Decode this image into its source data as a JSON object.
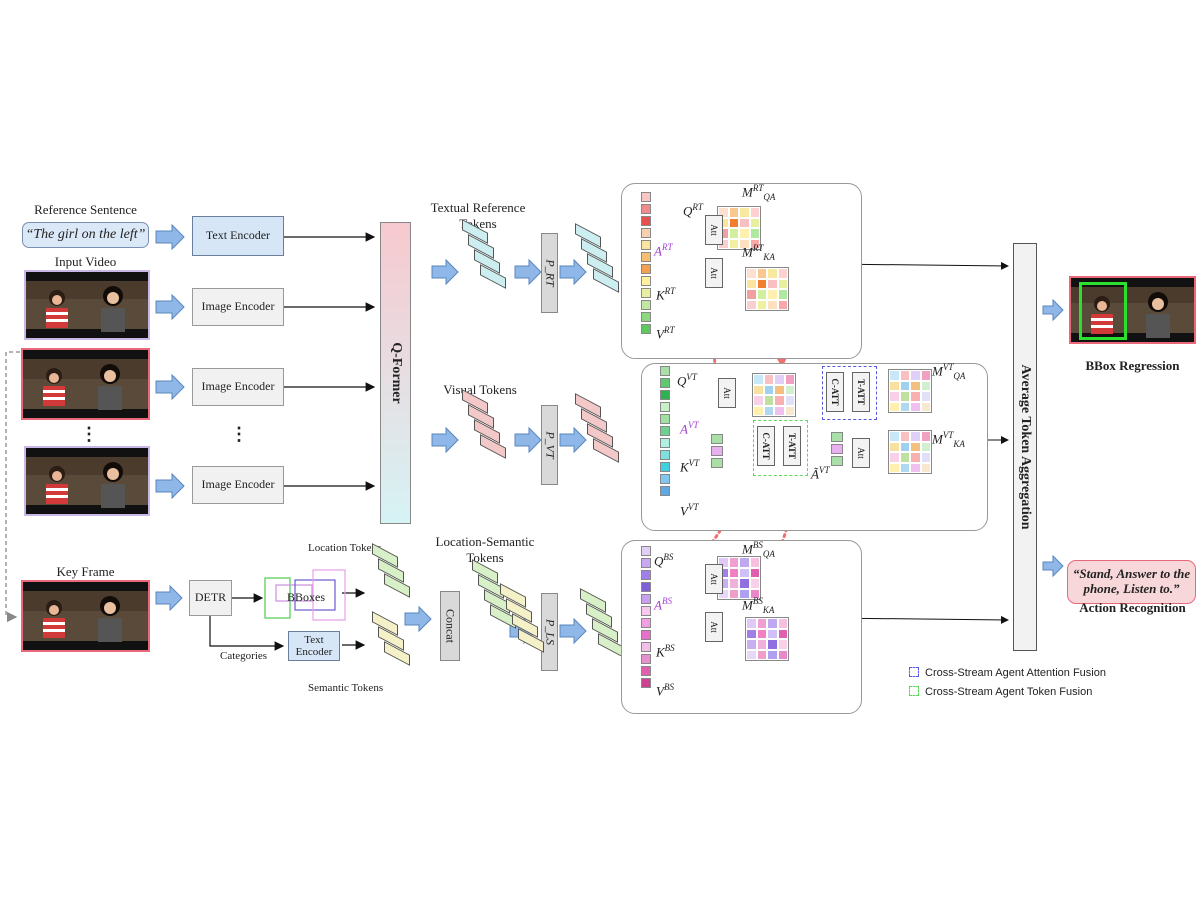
{
  "inputs": {
    "reference_sentence_label": "Reference Sentence",
    "reference_sentence": "“The girl on the left”",
    "input_video_label": "Input Video",
    "key_frame_label": "Key Frame",
    "ellipsis": "⋮"
  },
  "encoders": {
    "text_encoder": "Text Encoder",
    "image_encoder": "Image Encoder",
    "detr": "DETR",
    "bboxes": "BBoxes",
    "categories": "Categories",
    "text_encoder_small_line1": "Text",
    "text_encoder_small_line2": "Encoder"
  },
  "qformer": "Q-Former",
  "tokens": {
    "textual_line1": "Textual Reference",
    "textual_line2": "Tokens",
    "visual": "Visual Tokens",
    "location": "Location Tokens",
    "semantic": "Semantic Tokens",
    "loc_sem_line1": "Location-Semantic",
    "loc_sem_line2": "Tokens",
    "concat": "Concat",
    "p_rt": "P_RT",
    "p_vt": "P_VT",
    "p_ls": "P_LS"
  },
  "streams": {
    "rt": {
      "q": "Q",
      "a": "A",
      "k": "K",
      "v": "V",
      "sup": "RT",
      "mqa": "M",
      "mqa_sub": "QA",
      "mka_sub": "KA"
    },
    "vt": {
      "q": "Q",
      "a": "A",
      "k": "K",
      "v": "V",
      "sup": "VT",
      "a_tilde": "Ã"
    },
    "bs": {
      "q": "Q",
      "a": "A",
      "k": "K",
      "v": "V",
      "sup": "BS"
    },
    "att": "Att",
    "c_att": "C-ATT",
    "t_att": "T-ATT"
  },
  "aggregation": "Average Token Aggregation",
  "outputs": {
    "bbox_regression": "BBox Regression",
    "action_text": "“Stand, Answer to the phone, Listen to.”",
    "action_recognition": "Action Recognition"
  },
  "legend": {
    "attention_fusion": "Cross-Stream Agent Attention Fusion",
    "token_fusion": "Cross-Stream Agent Token Fusion",
    "attention_color": "#5a5ae0",
    "token_color": "#5cd65c"
  },
  "colors": {
    "blue_arrow": "#8fb8e8",
    "red_dotted": "#f07070",
    "pink_border": "#e9687a",
    "green_box": "#2ee02e"
  }
}
